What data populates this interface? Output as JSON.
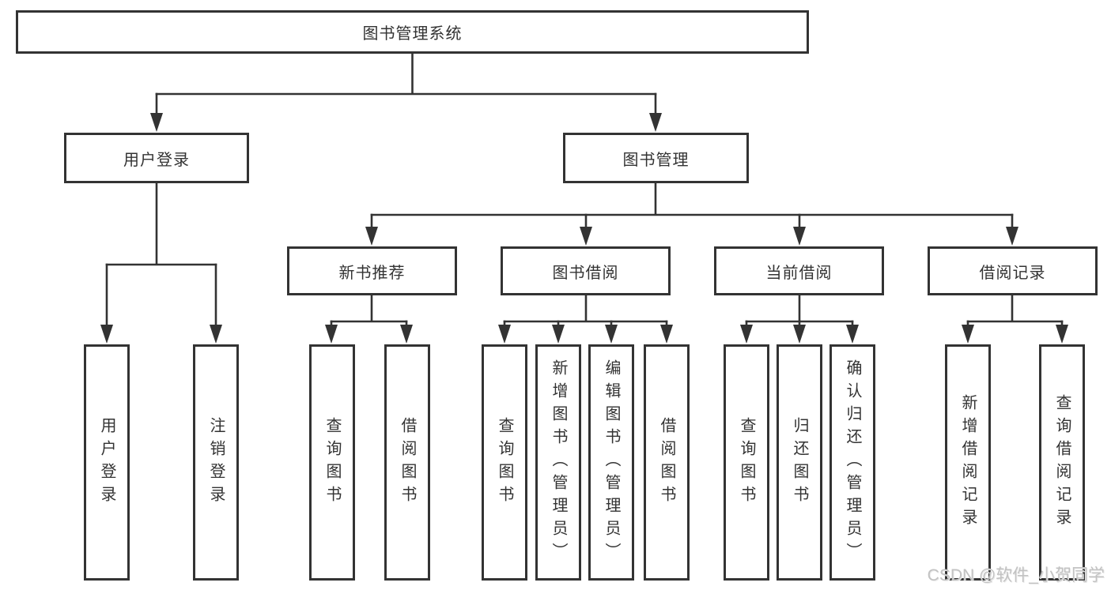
{
  "colors": {
    "line": "#333333",
    "box_border": "#333333",
    "text": "#333333",
    "background": "#ffffff",
    "watermark": "#c2c2c2"
  },
  "diagram": {
    "root": {
      "label": "图书管理系统"
    },
    "branches": [
      {
        "label": "用户登录",
        "children": [
          {
            "label": "用户登录"
          },
          {
            "label": "注销登录"
          }
        ]
      },
      {
        "label": "图书管理",
        "children": [
          {
            "label": "新书推荐",
            "children": [
              {
                "label": "查询图书"
              },
              {
                "label": "借阅图书"
              }
            ]
          },
          {
            "label": "图书借阅",
            "children": [
              {
                "label": "查询图书"
              },
              {
                "label": "新增图书（管理员）"
              },
              {
                "label": "编辑图书（管理员）"
              },
              {
                "label": "借阅图书"
              }
            ]
          },
          {
            "label": "当前借阅",
            "children": [
              {
                "label": "查询图书"
              },
              {
                "label": "归还图书"
              },
              {
                "label": "确认归还（管理员）"
              }
            ]
          },
          {
            "label": "借阅记录",
            "children": [
              {
                "label": "新增借阅记录"
              },
              {
                "label": "查询借阅记录"
              }
            ]
          }
        ]
      }
    ]
  },
  "watermark": {
    "text": "CSDN @软件_小贺同学"
  }
}
